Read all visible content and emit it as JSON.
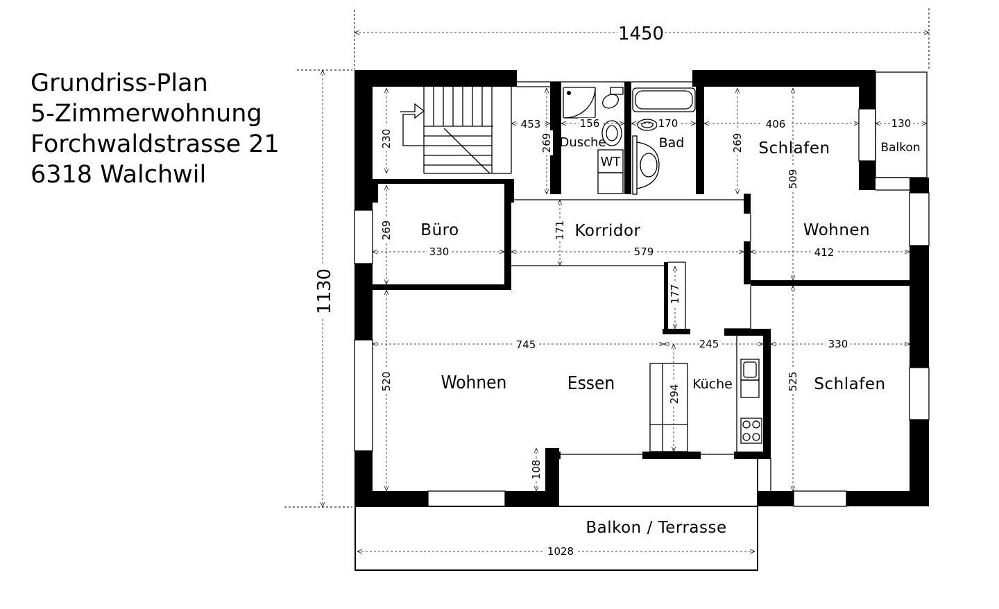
{
  "title": {
    "line1": "Grundriss-Plan",
    "line2": "5-Zimmerwohnung",
    "line3": "Forchwaldstrasse 21",
    "line4": "6318 Walchwil"
  },
  "overall": {
    "width": "1450",
    "height": "1130"
  },
  "rooms": {
    "dusche": "Dusche",
    "wt": "WT",
    "bad": "Bad",
    "schlafen_top": "Schlafen",
    "balkon_small": "Balkon",
    "buero": "Büro",
    "korridor": "Korridor",
    "wohnen_right": "Wohnen",
    "wohnen_main": "Wohnen",
    "essen": "Essen",
    "kueche": "Küche",
    "schlafen_bottom": "Schlafen",
    "terrasse": "Balkon / Terrasse"
  },
  "dimensions": {
    "d230": "230",
    "d453": "453",
    "d269a": "269",
    "d156": "156",
    "d170": "170",
    "d406": "406",
    "d269b": "269",
    "d130": "130",
    "d509": "509",
    "d269c": "269",
    "d330a": "330",
    "d171": "171",
    "d579": "579",
    "d412": "412",
    "d177": "177",
    "d745": "745",
    "d245": "245",
    "d330b": "330",
    "d520": "520",
    "d294": "294",
    "d525": "525",
    "d108": "108",
    "d1028": "1028"
  }
}
